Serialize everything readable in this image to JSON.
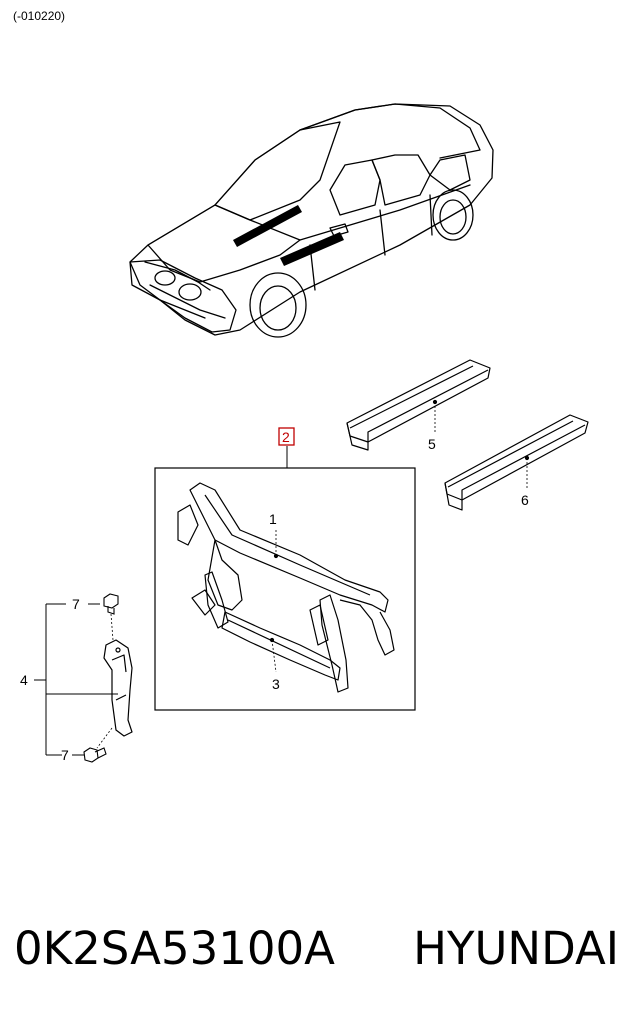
{
  "header": {
    "date_code": "(-010220)"
  },
  "callouts": {
    "c1": "1",
    "c2": "2",
    "c3": "3",
    "c4": "4",
    "c5": "5",
    "c6": "6",
    "c7_top": "7",
    "c7_bottom": "7"
  },
  "footer": {
    "part_number": "0K2SA53100A",
    "brand": "HYUNDAI"
  },
  "colors": {
    "highlight_box": "#c00000",
    "line": "#000000"
  }
}
